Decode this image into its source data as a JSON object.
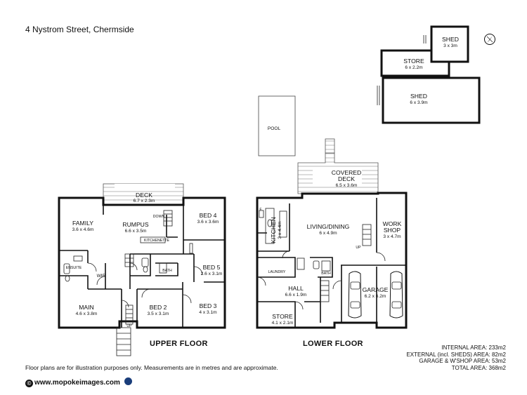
{
  "header": {
    "address": "4 Nystrom Street, Chermside"
  },
  "upper_floor": {
    "title": "UPPER FLOOR",
    "rooms": [
      {
        "name": "DECK",
        "dims": "6.7 x 2.3m"
      },
      {
        "name": "FAMILY",
        "dims": "3.6 x 4.6m"
      },
      {
        "name": "RUMPUS",
        "dims": "6.6 x 3.5m"
      },
      {
        "name": "BED 4",
        "dims": "3.6 x 3.6m"
      },
      {
        "name": "BED 5",
        "dims": "2.6 x 3.1m"
      },
      {
        "name": "MAIN",
        "dims": "4.6 x 3.8m"
      },
      {
        "name": "BED 2",
        "dims": "3.5 x 3.1m"
      },
      {
        "name": "BED 3",
        "dims": "4 x 3.1m"
      }
    ],
    "labels": {
      "kitchenette": "KITCHENETTE",
      "bath": "BATH",
      "ensuite": "ENSUITE",
      "wir": "WIR",
      "down": "DOWN",
      "up": "UP"
    }
  },
  "lower_floor": {
    "title": "LOWER FLOOR",
    "rooms": [
      {
        "name": "COVERED",
        "name2": "DECK",
        "dims": "6.5 x 3.6m"
      },
      {
        "name": "POOL"
      },
      {
        "name": "KITCHEN",
        "dims": "3 x 4.4m"
      },
      {
        "name": "LIVING/DINING",
        "dims": "6 x 4.9m"
      },
      {
        "name": "WORK",
        "name2": "SHOP",
        "dims": "3 x 4.7m"
      },
      {
        "name": "HALL",
        "dims": "6.6 x 1.9m"
      },
      {
        "name": "GARAGE",
        "dims": "6.2 x 6.2m"
      },
      {
        "name": "STORE",
        "dims": "4.1 x 2.1m"
      }
    ],
    "labels": {
      "laundry": "LAUNDRY",
      "bath": "BATH",
      "fridge": "F",
      "up": "UP"
    }
  },
  "outbuildings": [
    {
      "name": "SHED",
      "dims": "3 x 3m"
    },
    {
      "name": "STORE",
      "dims": "6 x 2.2m"
    },
    {
      "name": "SHED",
      "dims": "6 x 3.9m"
    }
  ],
  "areas": {
    "internal": "INTERNAL AREA: 233m2",
    "external": "EXTERNAL (incl. SHEDS) AREA: 82m2",
    "garage": "GARAGE & W'SHOP AREA: 53m2",
    "total": "TOTAL AREA: 368m2"
  },
  "footer": {
    "disclaimer": "Floor plans are for illustration purposes only. Measurements are in metres and are approximate.",
    "website": "www.mopokeimages.com"
  },
  "icons": {
    "compass": "north-arrow-icon",
    "copyright": "copyright-icon",
    "logo": "mopoke-logo-icon"
  }
}
